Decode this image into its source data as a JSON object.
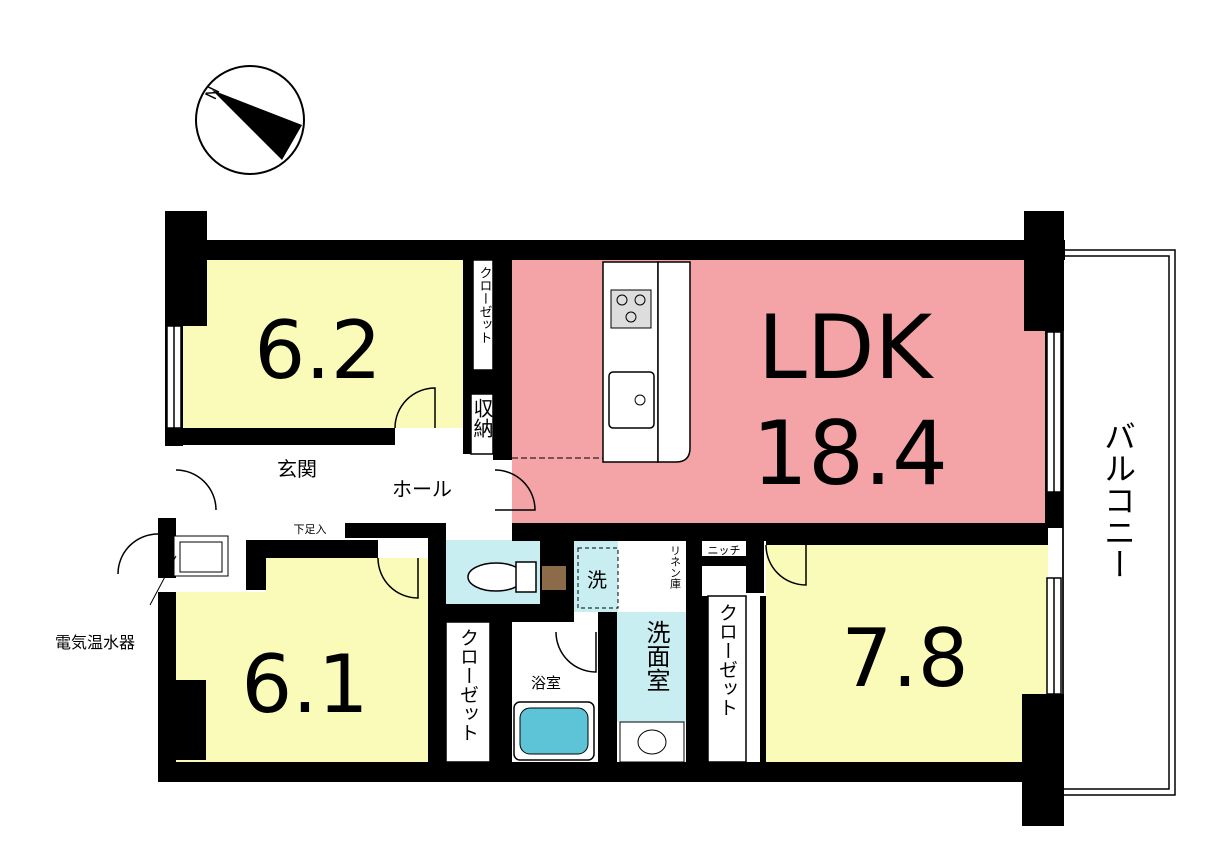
{
  "compass": {
    "north_label": "N",
    "direction": "north-west",
    "icon": "north-arrow-icon"
  },
  "rooms": {
    "western_room_1": {
      "size": "6.2"
    },
    "ldk": {
      "name": "LDK",
      "size": "18.4"
    },
    "western_room_2": {
      "size": "6.1"
    },
    "western_room_3": {
      "size": "7.8"
    }
  },
  "labels": {
    "closet": "クローゼット",
    "storage": "収納",
    "entrance": "玄関",
    "shoe_box": "下足入",
    "hall": "ホール",
    "niche": "ニッチ",
    "laundry": "洗",
    "linen": "リネン庫",
    "washroom": "洗面室",
    "bathroom": "浴室",
    "balcony": "バルコニー",
    "water_heater": "電気温水器"
  },
  "colors": {
    "ldk": "#f4a3a7",
    "western_room": "#fafbb8",
    "wet_area": "#c8eef2",
    "wall": "#000000"
  }
}
